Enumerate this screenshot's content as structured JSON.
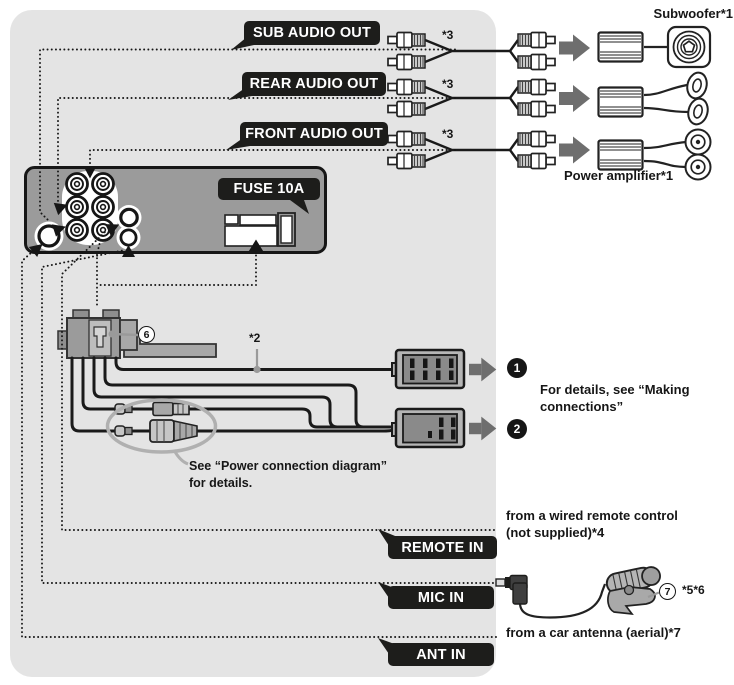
{
  "diagram": {
    "port_labels": {
      "sub_audio_out": "SUB AUDIO OUT",
      "rear_audio_out": "REAR AUDIO OUT",
      "front_audio_out": "FRONT AUDIO OUT",
      "fuse": "FUSE 10A",
      "remote_in": "REMOTE IN",
      "mic_in": "MIC IN",
      "ant_in": "ANT IN"
    },
    "device_labels": {
      "subwoofer": "Subwoofer*1",
      "power_amplifier": "Power amplifier*1"
    },
    "footnote_markers": {
      "rca_cable": "*3",
      "harness_wire": "*2",
      "mic": "*5*6"
    },
    "callout_numbers": {
      "harness_connector": "6",
      "step_1": "1",
      "step_2": "2",
      "microphone": "7"
    },
    "notes": {
      "making_connections_1": "For details, see “Making",
      "making_connections_2": "connections”",
      "power_diagram_1": "See “Power connection diagram”",
      "power_diagram_2": "for details.",
      "wired_remote_1": "from a wired remote control",
      "wired_remote_2": "(not supplied)*4",
      "car_antenna": "from a car antenna (aerial)*7"
    },
    "colors": {
      "panel": "#e4e4e4",
      "label_bg": "#1d1d1b",
      "label_text": "#ffffff",
      "device_gray": "#9b9b9b",
      "line": "#1a1a1a",
      "arrow_gray": "#6e6e6e"
    }
  }
}
